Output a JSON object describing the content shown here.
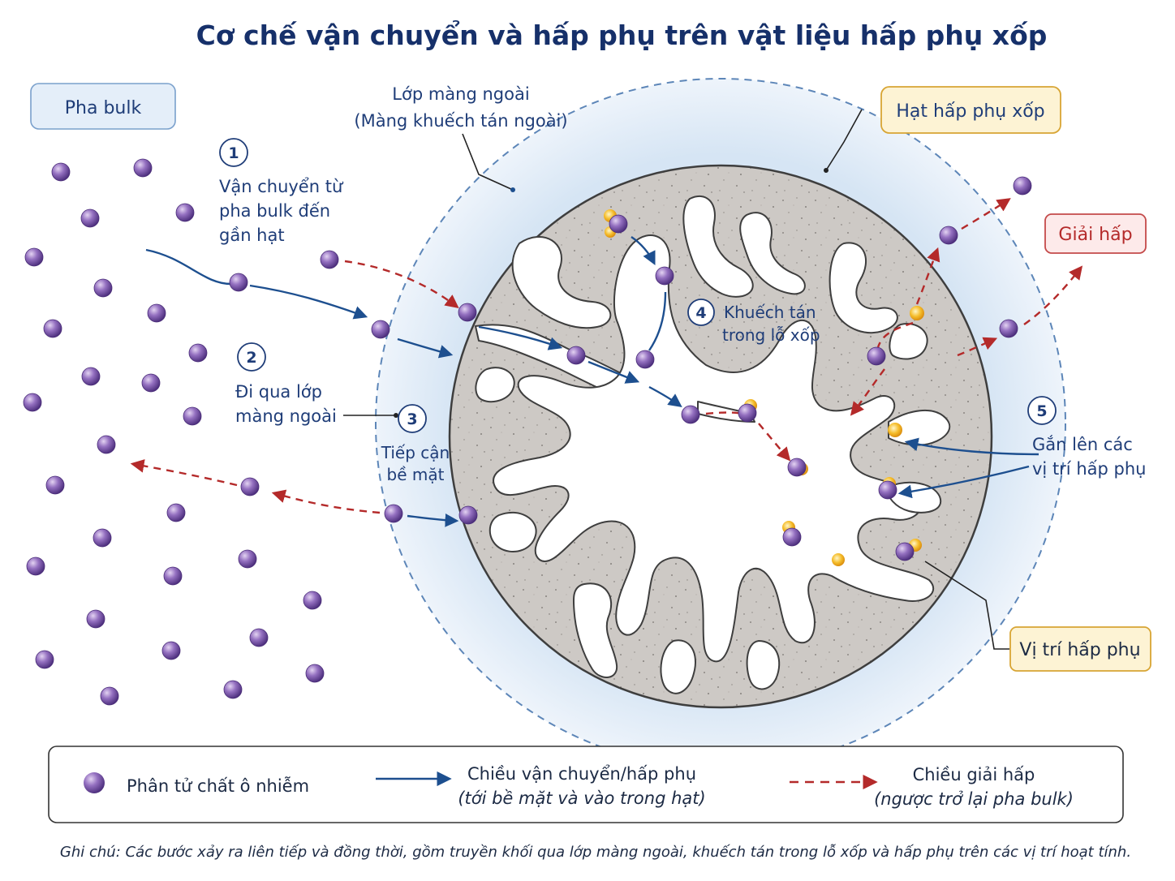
{
  "title": "Cơ chế vận chuyển và hấp phụ trên vật liệu hấp phụ xốp",
  "labels": {
    "bulk_phase": "Pha bulk",
    "film_line1": "Lớp màng ngoài",
    "film_line2": "(Màng khuếch tán ngoài)",
    "particle": "Hạt hấp phụ xốp",
    "desorption": "Giải hấp",
    "site": "Vị trí hấp phụ"
  },
  "steps": [
    {
      "num": "1",
      "lines": [
        "Vận chuyển từ",
        "pha bulk đến",
        "gần hạt"
      ]
    },
    {
      "num": "2",
      "lines": [
        "Đi qua lớp",
        "màng ngoài"
      ]
    },
    {
      "num": "3",
      "lines": [
        "Tiếp cận",
        "bề mặt"
      ]
    },
    {
      "num": "4",
      "lines": [
        "Khuếch tán",
        "trong lỗ xốp"
      ]
    },
    {
      "num": "5",
      "lines": [
        "Gắn lên các",
        "vị trí hấp phụ"
      ]
    }
  ],
  "legend": {
    "molecule": "Phân tử chất ô nhiễm",
    "transport_line1": "Chiều vận chuyển/hấp phụ",
    "transport_line2": "(tới bề mặt và vào trong hạt)",
    "desorb_line1": "Chiều giải hấp",
    "desorb_line2": "(ngược trở lại pha bulk)"
  },
  "note": "Ghi chú: Các bước xảy ra liên tiếp và đồng thời, gồm truyền khối qua lớp màng ngoài, khuếch tán trong lỗ xốp và hấp phụ trên các vị trí hoạt tính.",
  "colors": {
    "molecule": "#7b55a8",
    "transport_arrow": "#1d4f8f",
    "desorb_arrow": "#b42a2a",
    "film": "#dde9f6",
    "particle": "#cfcbc7",
    "site": "#f2b31f"
  }
}
